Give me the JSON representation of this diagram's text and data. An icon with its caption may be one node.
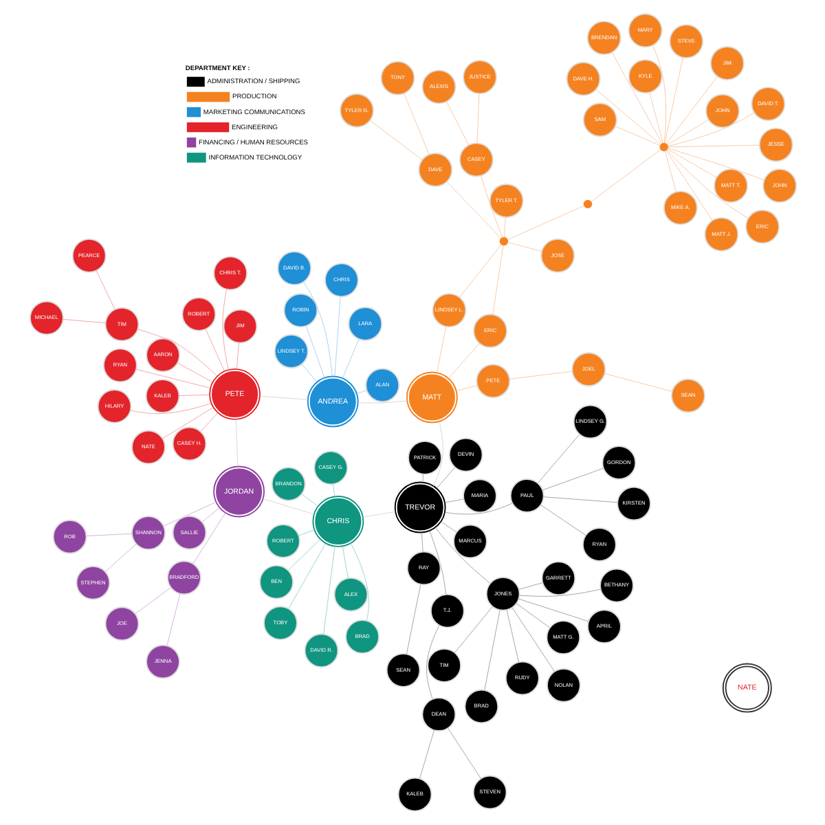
{
  "diagram": {
    "nodes": [
      {
        "text": [
          "NATE"
        ]
      },
      {
        "text": [
          "TREVOR"
        ]
      },
      {
        "text": [
          "CHRIS"
        ]
      },
      {
        "text": [
          "MATT"
        ]
      },
      {
        "text": [
          "JORDAN"
        ]
      },
      {
        "text": [
          "ANDREA"
        ]
      },
      {
        "text": [
          "PETE"
        ]
      },
      {
        "text": [
          "JONES"
        ]
      },
      {
        "text": [
          "MATT G."
        ]
      },
      {
        "text": [
          "BRAD"
        ]
      },
      {
        "text": [
          "NOLAN"
        ]
      },
      {
        "text": [
          "RUDY"
        ]
      },
      {
        "text": [
          "TIM"
        ]
      },
      {
        "text": [
          "APRIL"
        ]
      },
      {
        "text": [
          "BETHANY"
        ]
      },
      {
        "text": [
          "GARRETT"
        ]
      },
      {
        "text": [
          "KALEB"
        ]
      },
      {
        "text": [
          "STEVEN"
        ]
      },
      {
        "text": [
          "DEAN"
        ]
      },
      {
        "text": [
          "T.J."
        ]
      },
      {
        "text": [
          "SEAN"
        ]
      },
      {
        "text": [
          "RAY"
        ]
      },
      {
        "text": [
          "MARCUS"
        ]
      },
      {
        "text": [
          "PAUL"
        ]
      },
      {
        "text": [
          "GORDON"
        ]
      },
      {
        "text": [
          "LINDSEY G."
        ]
      },
      {
        "text": [
          "RYAN"
        ]
      },
      {
        "text": [
          "KIRSTEN"
        ]
      },
      {
        "text": [
          "PATRICK"
        ]
      },
      {
        "text": [
          "MARIA"
        ]
      },
      {
        "text": [
          "DEVIN"
        ]
      },
      {
        "text": [
          "SEAN"
        ]
      },
      {
        "text": [
          "JOEL"
        ]
      },
      {
        "text": [
          "PETE"
        ]
      },
      {
        "text": [
          "ALEXIS"
        ]
      },
      {
        "text": [
          "JUSTICE"
        ]
      },
      {
        "text": [
          "CASEY"
        ]
      },
      {
        "text": [
          "TONY"
        ]
      },
      {
        "text": [
          "DAVE"
        ]
      },
      {
        "text": [
          "TYLER G."
        ]
      },
      {
        "text": [
          "TYLER T."
        ]
      },
      {
        "text": [
          "ERIC"
        ]
      },
      {
        "text": [
          "LINDSEY L."
        ]
      },
      {
        "text": [
          "JOSE"
        ]
      },
      {
        "text": [],
        "shape": "circle"
      },
      {
        "text": [],
        "shape": "circle"
      },
      {
        "text": [],
        "shape": "circle"
      },
      {
        "text": [
          "ERIC"
        ]
      },
      {
        "text": [
          "MATT T."
        ]
      },
      {
        "text": [
          "JESSE"
        ]
      },
      {
        "text": [
          "JOHN"
        ]
      },
      {
        "text": [
          "SAM"
        ]
      },
      {
        "text": [
          "DAVID T."
        ]
      },
      {
        "text": [
          "STEVE"
        ]
      },
      {
        "text": [
          "MARY"
        ]
      },
      {
        "text": [
          "JIM"
        ]
      },
      {
        "text": [
          "MATT J."
        ]
      },
      {
        "text": [
          "MIKE A."
        ]
      },
      {
        "text": [
          "BRENDAN"
        ]
      },
      {
        "text": [
          "JOHN"
        ]
      },
      {
        "text": [
          "DAVE H."
        ]
      },
      {
        "text": [
          "KYLE"
        ]
      },
      {
        "text": [
          "ROBERT"
        ]
      },
      {
        "text": [
          "TOBY"
        ]
      },
      {
        "text": [
          "BRANDON"
        ]
      },
      {
        "text": [
          "BRAD"
        ]
      },
      {
        "text": [
          "BEN"
        ]
      },
      {
        "text": [
          "ALEX"
        ]
      },
      {
        "text": [
          "CASEY G."
        ]
      },
      {
        "text": [
          "DAVID R."
        ]
      },
      {
        "text": [
          "STEPHEN"
        ]
      },
      {
        "text": [
          "SHANNON"
        ]
      },
      {
        "text": [
          "ROB"
        ]
      },
      {
        "text": [
          "SALLIE"
        ]
      },
      {
        "text": [
          "BRADFORD"
        ]
      },
      {
        "text": [
          "JOE"
        ]
      },
      {
        "text": [
          "JENNA"
        ]
      },
      {
        "text": [
          "CHRIS"
        ]
      },
      {
        "text": [
          "ALAN"
        ]
      },
      {
        "text": [
          "ROBIN"
        ]
      },
      {
        "text": [
          "LARA"
        ]
      },
      {
        "text": [
          "DAVID B."
        ]
      },
      {
        "text": [
          "LINDSEY T."
        ]
      },
      {
        "text": [
          "JIM"
        ]
      },
      {
        "text": [
          "CASEY H."
        ]
      },
      {
        "text": [
          "AARON"
        ]
      },
      {
        "text": [
          "RYAN"
        ]
      },
      {
        "text": [
          "CHRIS T."
        ]
      },
      {
        "text": [
          "HILARY"
        ]
      },
      {
        "text": [
          "KALEB"
        ]
      },
      {
        "text": [
          "NATE"
        ]
      },
      {
        "text": [
          "TIM"
        ]
      },
      {
        "text": [
          "MICHAEL"
        ]
      },
      {
        "text": [
          "PEARCE"
        ]
      },
      {
        "text": [
          "ROBERT"
        ]
      }
    ],
    "edges": [
      {
        "from": 1,
        "to": 2,
        "arrow": "none",
        "color": "#cccccc"
      },
      {
        "from": 2,
        "to": 4,
        "arrow": "none",
        "color": "#cccccc"
      },
      {
        "from": 4,
        "to": 6,
        "arrow": "none",
        "color": "#cccccc"
      },
      {
        "from": 6,
        "to": 5,
        "arrow": "none",
        "color": "#cccccc"
      },
      {
        "from": 5,
        "to": 3,
        "arrow": "none",
        "color": "#cccccc"
      },
      {
        "from": 3,
        "to": 1,
        "arrow": "none",
        "color": "#cccccc"
      },
      {
        "from": 1,
        "to": 7,
        "arrow": "none",
        "color": "#8a8a8a"
      },
      {
        "from": 7,
        "to": 8,
        "arrow": "none",
        "color": "#8a8a8a"
      },
      {
        "from": 7,
        "to": 9,
        "arrow": "none",
        "color": "#8a8a8a"
      },
      {
        "from": 7,
        "to": 10,
        "arrow": "none",
        "color": "#8a8a8a"
      },
      {
        "from": 7,
        "to": 11,
        "arrow": "none",
        "color": "#8a8a8a"
      },
      {
        "from": 7,
        "to": 12,
        "arrow": "none",
        "color": "#8a8a8a"
      },
      {
        "from": 7,
        "to": 13,
        "arrow": "none",
        "color": "#8a8a8a"
      },
      {
        "from": 7,
        "to": 14,
        "arrow": "none",
        "color": "#8a8a8a"
      },
      {
        "from": 7,
        "to": 15,
        "arrow": "none",
        "color": "#8a8a8a"
      },
      {
        "from": 18,
        "to": 16,
        "arrow": "none",
        "color": "#8a8a8a"
      },
      {
        "from": 18,
        "to": 17,
        "arrow": "none",
        "color": "#8a8a8a"
      },
      {
        "from": 19,
        "to": 18,
        "arrow": "none",
        "color": "#8a8a8a"
      },
      {
        "from": 1,
        "to": 19,
        "arrow": "none",
        "color": "#8a8a8a"
      },
      {
        "from": 21,
        "to": 20,
        "arrow": "none",
        "color": "#8a8a8a"
      },
      {
        "from": 1,
        "to": 21,
        "arrow": "none",
        "color": "#8a8a8a"
      },
      {
        "from": 1,
        "to": 22,
        "arrow": "none",
        "color": "#8a8a8a"
      },
      {
        "from": 1,
        "to": 23,
        "arrow": "none",
        "color": "#8a8a8a"
      },
      {
        "from": 23,
        "to": 24,
        "arrow": "none",
        "color": "#8a8a8a"
      },
      {
        "from": 23,
        "to": 25,
        "arrow": "none",
        "color": "#8a8a8a"
      },
      {
        "from": 23,
        "to": 26,
        "arrow": "none",
        "color": "#8a8a8a"
      },
      {
        "from": 23,
        "to": 27,
        "arrow": "none",
        "color": "#8a8a8a"
      },
      {
        "from": 1,
        "to": 28,
        "arrow": "none",
        "color": "#8a8a8a"
      },
      {
        "from": 1,
        "to": 29,
        "arrow": "none",
        "color": "#8a8a8a"
      },
      {
        "from": 1,
        "to": 30,
        "arrow": "none",
        "color": "#8a8a8a"
      },
      {
        "from": 3,
        "to": 33,
        "arrow": "none",
        "color": "#f7b98a"
      },
      {
        "from": 33,
        "to": 32,
        "arrow": "none",
        "color": "#f7b98a"
      },
      {
        "from": 32,
        "to": 31,
        "arrow": "none",
        "color": "#f7b98a"
      },
      {
        "from": 3,
        "to": 42,
        "arrow": "none",
        "color": "#f7b98a"
      },
      {
        "from": 3,
        "to": 41,
        "arrow": "none",
        "color": "#f7b98a"
      },
      {
        "from": 41,
        "to": 44,
        "arrow": "none",
        "color": "#f7b98a"
      },
      {
        "from": 42,
        "to": 44,
        "arrow": "none",
        "color": "#f7b98a"
      },
      {
        "from": 44,
        "to": 36,
        "arrow": "none",
        "color": "#f7b98a"
      },
      {
        "from": 36,
        "to": 34,
        "arrow": "none",
        "color": "#f7b98a"
      },
      {
        "from": 36,
        "to": 35,
        "arrow": "none",
        "color": "#f7b98a"
      },
      {
        "from": 44,
        "to": 38,
        "arrow": "none",
        "color": "#f7b98a"
      },
      {
        "from": 38,
        "to": 37,
        "arrow": "none",
        "color": "#f7b98a"
      },
      {
        "from": 38,
        "to": 39,
        "arrow": "none",
        "color": "#f7b98a"
      },
      {
        "from": 44,
        "to": 40,
        "arrow": "none",
        "color": "#f7b98a"
      },
      {
        "from": 44,
        "to": 43,
        "arrow": "none",
        "color": "#f7b98a"
      },
      {
        "from": 44,
        "to": 45,
        "arrow": "none",
        "color": "#f7b98a"
      },
      {
        "from": 45,
        "to": 46,
        "arrow": "none",
        "color": "#f7b98a"
      },
      {
        "from": 46,
        "to": 47,
        "arrow": "none",
        "color": "#f7b98a"
      },
      {
        "from": 46,
        "to": 48,
        "arrow": "none",
        "color": "#f7b98a"
      },
      {
        "from": 46,
        "to": 49,
        "arrow": "none",
        "color": "#f7b98a"
      },
      {
        "from": 46,
        "to": 50,
        "arrow": "none",
        "color": "#f7b98a"
      },
      {
        "from": 46,
        "to": 51,
        "arrow": "none",
        "color": "#f7b98a"
      },
      {
        "from": 46,
        "to": 52,
        "arrow": "none",
        "color": "#f7b98a"
      },
      {
        "from": 46,
        "to": 53,
        "arrow": "none",
        "color": "#f7b98a"
      },
      {
        "from": 46,
        "to": 54,
        "arrow": "none",
        "color": "#f7b98a"
      },
      {
        "from": 46,
        "to": 55,
        "arrow": "none",
        "color": "#f7b98a"
      },
      {
        "from": 46,
        "to": 56,
        "arrow": "none",
        "color": "#f7b98a"
      },
      {
        "from": 46,
        "to": 57,
        "arrow": "none",
        "color": "#f7b98a"
      },
      {
        "from": 46,
        "to": 58,
        "arrow": "none",
        "color": "#f7b98a"
      },
      {
        "from": 46,
        "to": 59,
        "arrow": "none",
        "color": "#f7b98a"
      },
      {
        "from": 46,
        "to": 60,
        "arrow": "none",
        "color": "#f7b98a"
      },
      {
        "from": 46,
        "to": 61,
        "arrow": "none",
        "color": "#f7b98a"
      },
      {
        "from": 2,
        "to": 62,
        "arrow": "none",
        "color": "#7fc8bd"
      },
      {
        "from": 2,
        "to": 63,
        "arrow": "none",
        "color": "#7fc8bd"
      },
      {
        "from": 2,
        "to": 64,
        "arrow": "none",
        "color": "#7fc8bd"
      },
      {
        "from": 2,
        "to": 65,
        "arrow": "none",
        "color": "#7fc8bd"
      },
      {
        "from": 2,
        "to": 66,
        "arrow": "none",
        "color": "#7fc8bd"
      },
      {
        "from": 2,
        "to": 67,
        "arrow": "none",
        "color": "#7fc8bd"
      },
      {
        "from": 2,
        "to": 68,
        "arrow": "none",
        "color": "#7fc8bd"
      },
      {
        "from": 2,
        "to": 69,
        "arrow": "none",
        "color": "#7fc8bd"
      },
      {
        "from": 4,
        "to": 71,
        "arrow": "none",
        "color": "#c79bd0"
      },
      {
        "from": 71,
        "to": 70,
        "arrow": "none",
        "color": "#c79bd0"
      },
      {
        "from": 71,
        "to": 72,
        "arrow": "none",
        "color": "#c79bd0"
      },
      {
        "from": 4,
        "to": 73,
        "arrow": "none",
        "color": "#c79bd0"
      },
      {
        "from": 4,
        "to": 74,
        "arrow": "none",
        "color": "#c79bd0"
      },
      {
        "from": 74,
        "to": 75,
        "arrow": "none",
        "color": "#c79bd0"
      },
      {
        "from": 74,
        "to": 76,
        "arrow": "none",
        "color": "#c79bd0"
      },
      {
        "from": 5,
        "to": 77,
        "arrow": "none",
        "color": "#8ec6e8"
      },
      {
        "from": 5,
        "to": 78,
        "arrow": "none",
        "color": "#8ec6e8"
      },
      {
        "from": 5,
        "to": 79,
        "arrow": "none",
        "color": "#8ec6e8"
      },
      {
        "from": 5,
        "to": 80,
        "arrow": "none",
        "color": "#8ec6e8"
      },
      {
        "from": 5,
        "to": 81,
        "arrow": "none",
        "color": "#8ec6e8"
      },
      {
        "from": 5,
        "to": 82,
        "arrow": "none",
        "color": "#8ec6e8"
      },
      {
        "from": 6,
        "to": 83,
        "arrow": "none",
        "color": "#f08a8a"
      },
      {
        "from": 6,
        "to": 84,
        "arrow": "none",
        "color": "#f08a8a"
      },
      {
        "from": 6,
        "to": 85,
        "arrow": "none",
        "color": "#f08a8a"
      },
      {
        "from": 6,
        "to": 86,
        "arrow": "none",
        "color": "#f08a8a"
      },
      {
        "from": 6,
        "to": 87,
        "arrow": "none",
        "color": "#f08a8a"
      },
      {
        "from": 6,
        "to": 88,
        "arrow": "none",
        "color": "#f08a8a"
      },
      {
        "from": 6,
        "to": 89,
        "arrow": "none",
        "color": "#f08a8a"
      },
      {
        "from": 6,
        "to": 90,
        "arrow": "none",
        "color": "#f08a8a"
      },
      {
        "from": 6,
        "to": 91,
        "arrow": "none",
        "color": "#f08a8a"
      },
      {
        "from": 91,
        "to": 92,
        "arrow": "none",
        "color": "#f08a8a"
      },
      {
        "from": 91,
        "to": 93,
        "arrow": "none",
        "color": "#f08a8a"
      },
      {
        "from": 6,
        "to": 94,
        "arrow": "none",
        "color": "#f08a8a"
      }
    ],
    "labels": [
      "DEPARTMENT KEY :"
    ],
    "legend": [
      {
        "text": "ADMINISTRATION / SHIPPING",
        "color": "#000000"
      },
      {
        "text": "PRODUCTION",
        "color": "#f58220"
      },
      {
        "text": "MARKETING COMMUNICATIONS",
        "color": "#1f8fd6"
      },
      {
        "text": "ENGINEERING",
        "color": "#e3242b"
      },
      {
        "text": "FINANCING / HUMAN RESOURCES",
        "color": "#8e44a0"
      },
      {
        "text": "INFORMATION TECHNOLOGY",
        "color": "#0f9580"
      }
    ]
  }
}
